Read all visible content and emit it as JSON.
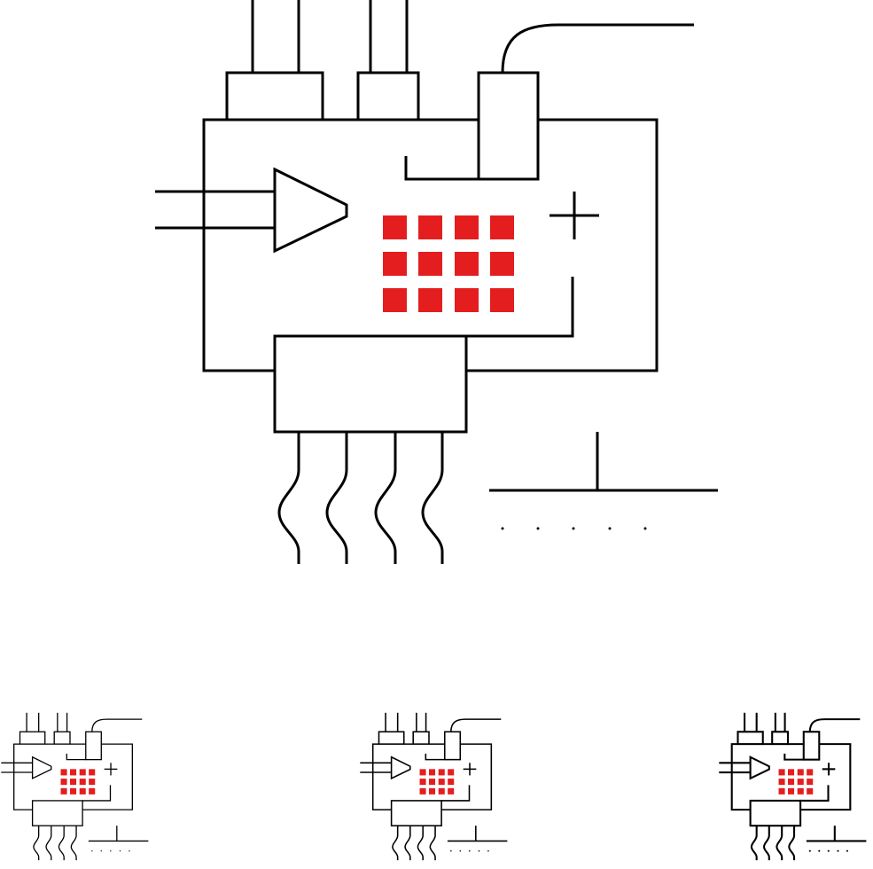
{
  "icon": {
    "name": "circuit-board-icon",
    "stroke_color": "#000000",
    "accent_color": "#e41e1e",
    "background_color": "#ffffff"
  },
  "variants": [
    {
      "style": "thin-line"
    },
    {
      "style": "line"
    },
    {
      "style": "bold-line"
    }
  ]
}
